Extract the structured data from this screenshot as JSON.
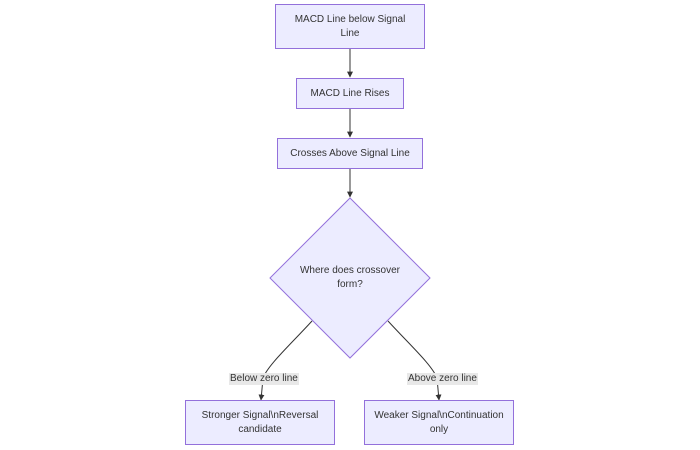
{
  "diagram": {
    "type": "flowchart",
    "colors": {
      "node_fill": "#ECECFF",
      "node_stroke": "#9370DB",
      "edge": "#333333",
      "label_bg": "#e8e8e8",
      "text": "#333333"
    },
    "nodes": {
      "macd_below": "MACD Line below Signal Line",
      "macd_rises": "MACD Line Rises",
      "crosses_above": "Crosses Above Signal Line",
      "decision": "Where does crossover form?",
      "stronger": "Stronger Signal\\nReversal candidate",
      "weaker": "Weaker Signal\\nContinuation only"
    },
    "edges": {
      "below_zero": "Below zero line",
      "above_zero": "Above zero line"
    }
  }
}
